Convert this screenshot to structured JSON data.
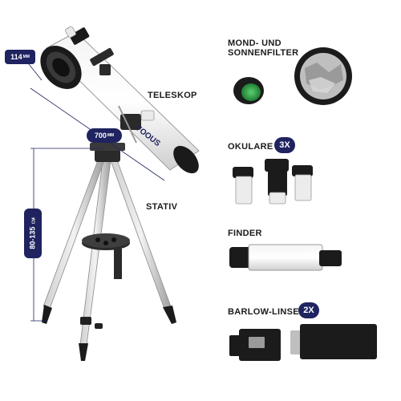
{
  "telescope": {
    "brand": "YOOUS",
    "aperture_label": "114",
    "aperture_unit": "MM",
    "focal_length_label": "700",
    "focal_length_unit": "MM",
    "height_label": "80-135",
    "height_unit": "CM",
    "label": "TELESKOP"
  },
  "tripod": {
    "label": "STATIV"
  },
  "accessories": {
    "filters": {
      "label_line1": "MOND- UND",
      "label_line2": "SONNENFILTER"
    },
    "eyepieces": {
      "label": "OKULARE",
      "count": "3X"
    },
    "finder": {
      "label": "FINDER"
    },
    "barlow": {
      "label": "BARLOW-LINSE",
      "count": "2X"
    }
  },
  "colors": {
    "badge": "#1f2360",
    "filter_green": "#2fa84a"
  }
}
